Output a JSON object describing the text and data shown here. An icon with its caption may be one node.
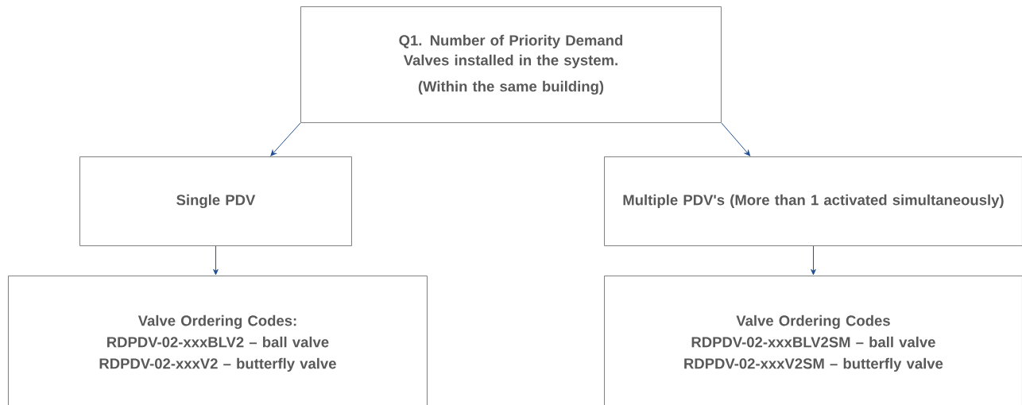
{
  "diagram": {
    "nodes": [
      {
        "text": [
          "Q1. Number of Priority Demand Valves installed in the system.",
          "(Within the same building)"
        ]
      },
      {
        "text": [
          "Single PDV"
        ]
      },
      {
        "text": [
          "Multiple PDV's (More than 1 activated simultaneously)"
        ]
      },
      {
        "text": [
          "Valve Ordering Codes:",
          "RDPDV-02-xxxBLV2 – ball valve",
          "RDPDV-02-xxxV2 – butterfly valve"
        ]
      },
      {
        "text": [
          "Valve Ordering Codes",
          "RDPDV-02-xxxBLV2SM – ball valve",
          "RDPDV-02-xxxV2SM – butterfly valve"
        ]
      }
    ],
    "edges": [
      {
        "from": 0,
        "to": 1,
        "arrow": "to"
      },
      {
        "from": 0,
        "to": 2,
        "arrow": "to"
      },
      {
        "from": 1,
        "to": 3,
        "arrow": "to"
      },
      {
        "from": 2,
        "to": 4,
        "arrow": "to"
      }
    ]
  }
}
